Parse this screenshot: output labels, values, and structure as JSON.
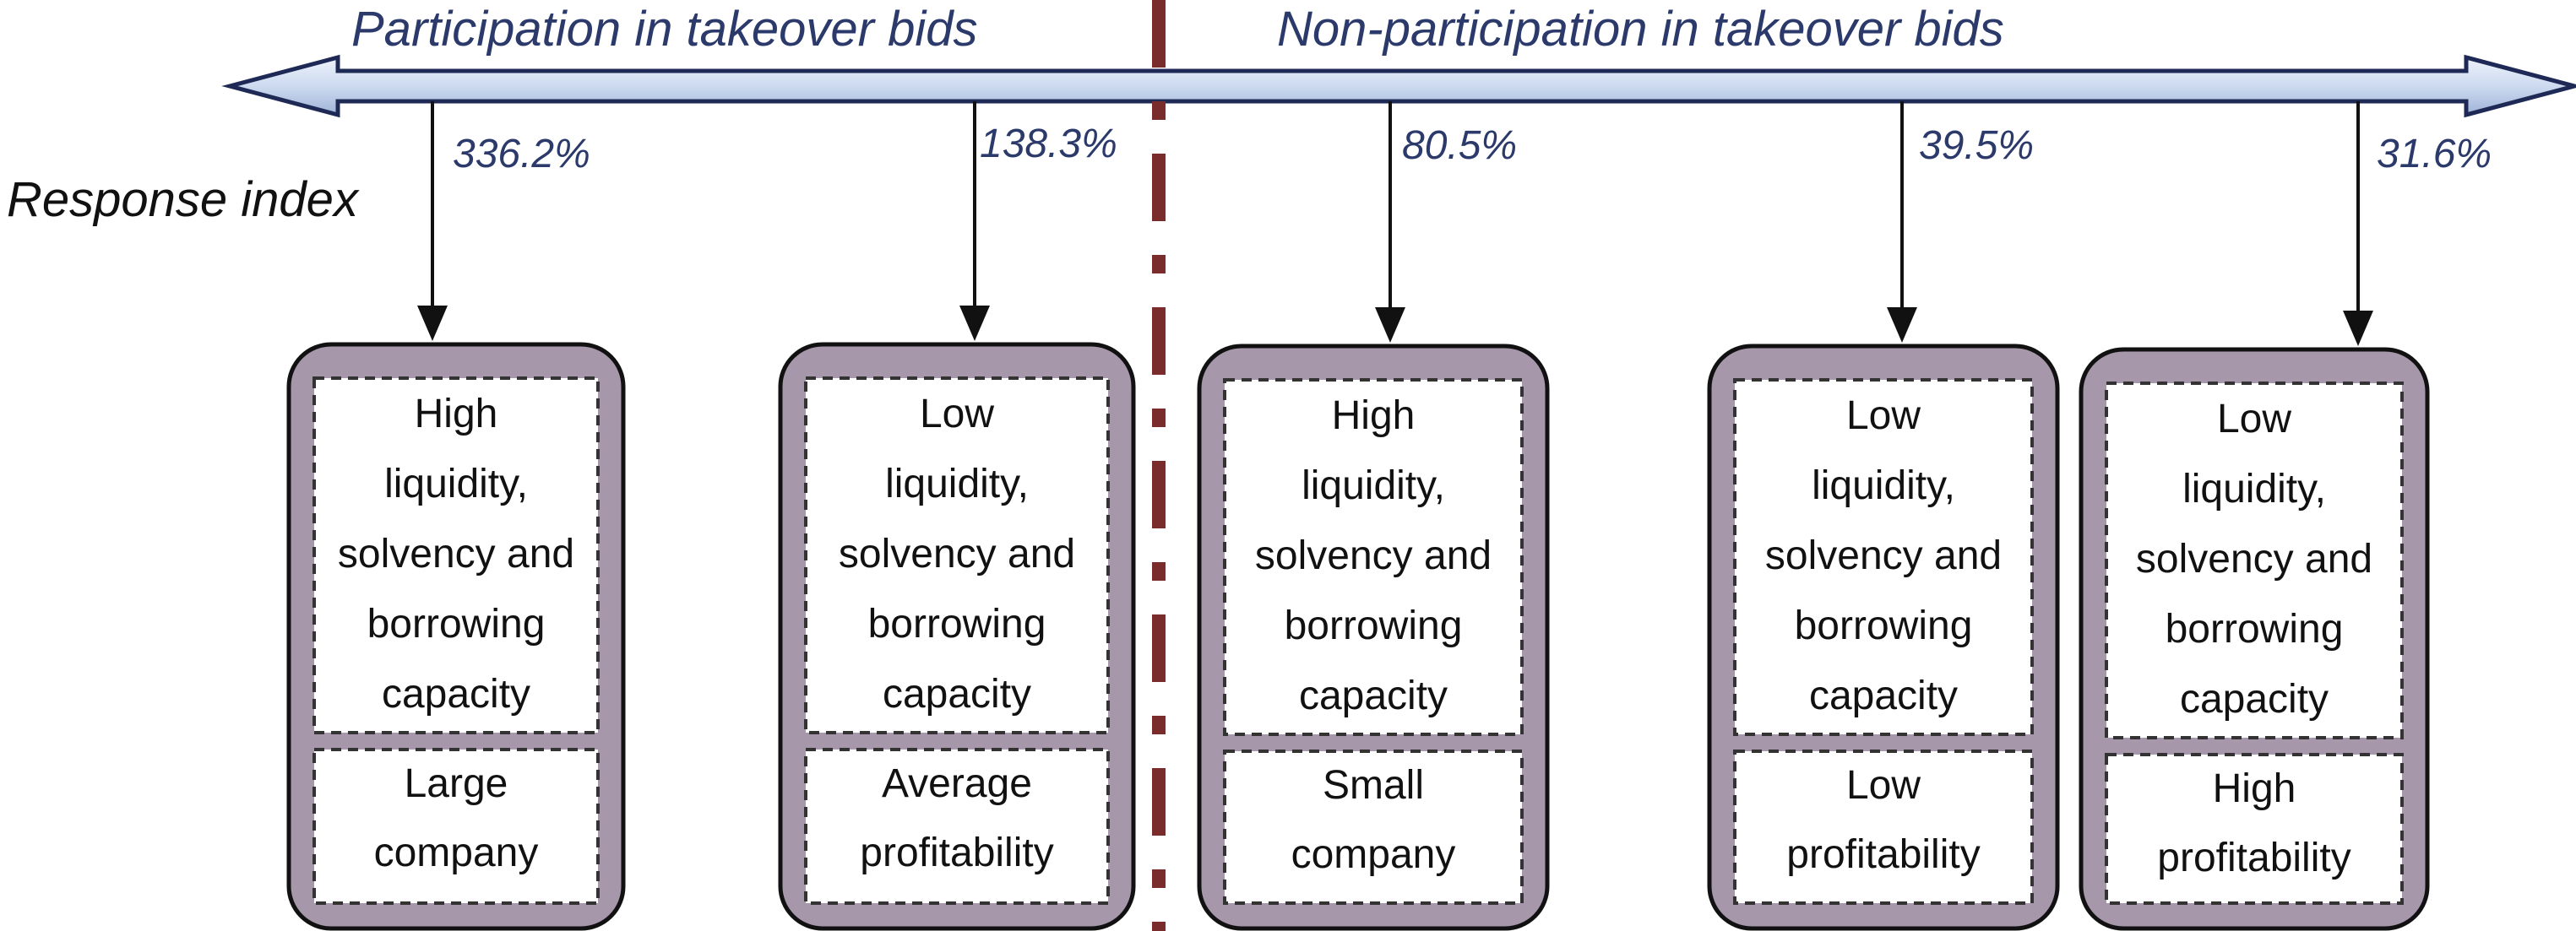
{
  "header": {
    "left_label": "Participation in takeover bids",
    "right_label": "Non-participation in takeover bids"
  },
  "axis_label": "Response index",
  "colors": {
    "arrow_fill": "#d6e1f2",
    "arrow_stroke": "#1e2a55",
    "divider": "#7a2b2b",
    "box_outer": "#a697ab",
    "box_stroke": "#111111"
  },
  "segments": [
    {
      "value": "336.2%",
      "top_lines": [
        "High",
        "liquidity,",
        "solvency and",
        "borrowing",
        "capacity"
      ],
      "bottom_lines": [
        "Large",
        "company"
      ]
    },
    {
      "value": "138.3%",
      "top_lines": [
        "Low",
        "liquidity,",
        "solvency and",
        "borrowing",
        "capacity"
      ],
      "bottom_lines": [
        "Average",
        "profitability"
      ]
    },
    {
      "value": "80.5%",
      "top_lines": [
        "High",
        "liquidity,",
        "solvency and",
        "borrowing",
        "capacity"
      ],
      "bottom_lines": [
        "Small",
        "company"
      ]
    },
    {
      "value": "39.5%",
      "top_lines": [
        "Low",
        "liquidity,",
        "solvency and",
        "borrowing",
        "capacity"
      ],
      "bottom_lines": [
        "Low",
        "profitability"
      ]
    },
    {
      "value": "31.6%",
      "top_lines": [
        "Low",
        "liquidity,",
        "solvency and",
        "borrowing",
        "capacity"
      ],
      "bottom_lines": [
        "High",
        "profitability"
      ]
    }
  ]
}
